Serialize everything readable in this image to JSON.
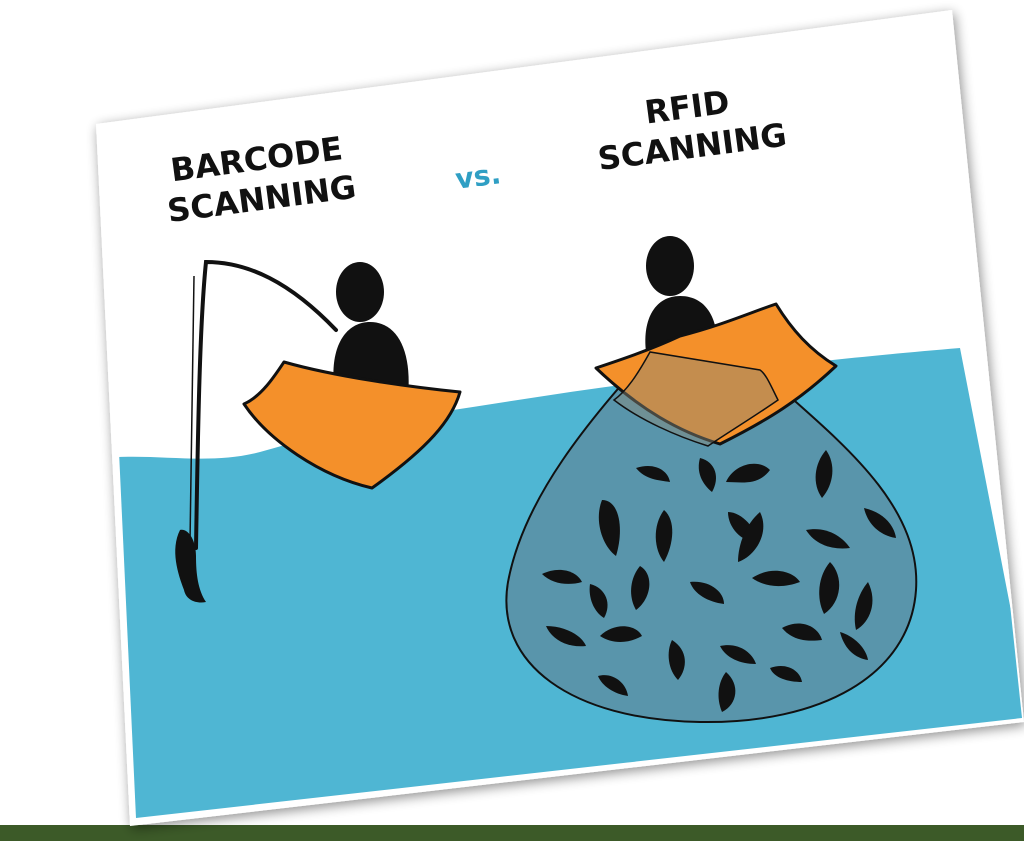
{
  "labels": {
    "left_line1": "BARCODE",
    "left_line2": "SCANNING",
    "vs": "vs.",
    "right_line1": "RFID",
    "right_line2": "SCANNING"
  },
  "colors": {
    "water": "#4fb6d3",
    "boat": "#f4902a",
    "ink": "#111111",
    "vs": "#2f9fc4",
    "footer": "#3c5a28",
    "net": "#5a8fa3"
  },
  "icons": {
    "left_scene": "fishing-rod-boat-icon",
    "right_scene": "fishing-net-boat-icon"
  }
}
